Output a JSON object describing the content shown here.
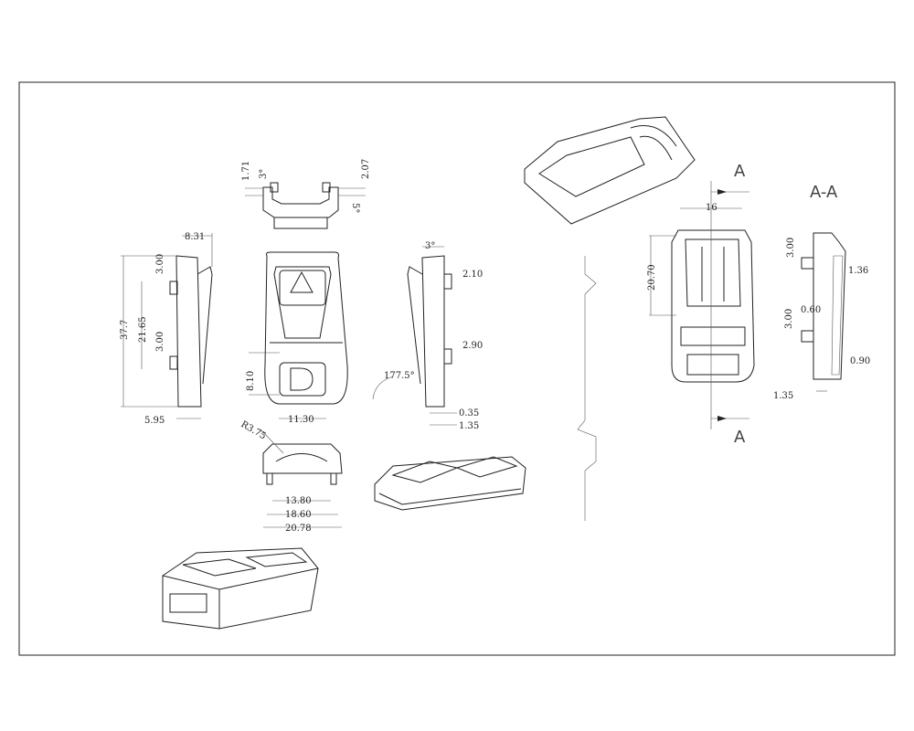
{
  "title": "Connector housing technical drawing",
  "top_view": {
    "d1": "1.71",
    "a1": "3°",
    "d2": "2.07",
    "a2": "5°"
  },
  "left_side_view": {
    "width": "8.31",
    "d1": "3.00",
    "d2": "21.65",
    "d3": "3.00",
    "height": "37.7",
    "bottom": "5.95"
  },
  "front_view": {
    "d_height": "8.10",
    "d_width": "11.30"
  },
  "right_side_view": {
    "angle": "3°",
    "d1": "2.10",
    "d2": "2.90",
    "angle2": "177.5°",
    "d3": "0.35",
    "d4": "1.35"
  },
  "bottom_view": {
    "radius": "R3.75",
    "w1": "13.80",
    "w2": "18.60",
    "w3": "20.78"
  },
  "section_view": {
    "marker_top": "A",
    "marker_bottom": "A",
    "section_label": "A-A",
    "width": "16",
    "height": "20.70"
  },
  "section_aa": {
    "d1": "3.00",
    "d2": "1.36",
    "d3": "3.00",
    "d4": "0.60",
    "d5": "0.90",
    "d6": "1.35"
  }
}
